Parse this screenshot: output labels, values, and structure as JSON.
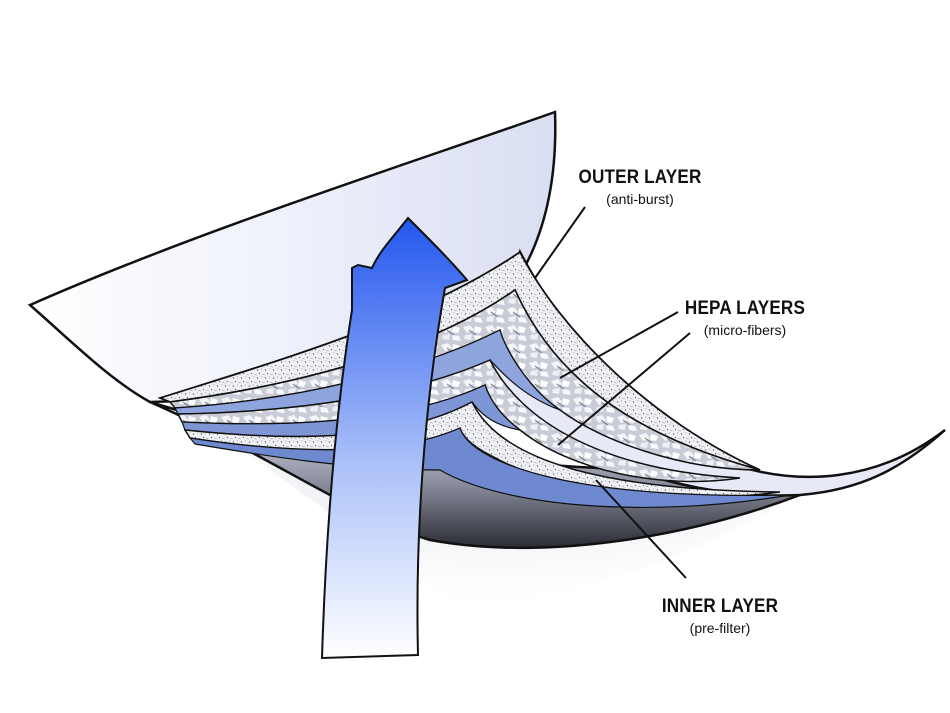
{
  "labels": {
    "outer": {
      "title": "OUTER LAYER",
      "sub": "(anti-burst)"
    },
    "hepa": {
      "title": "HEPA LAYERS",
      "sub": "(micro-fibers)"
    },
    "inner": {
      "title": "INNER LAYER",
      "sub": "(pre-filter)"
    }
  },
  "colors": {
    "arrow": "#2a5ff0",
    "arrow_light": "#dfe8ff",
    "sheet_tint": "#dde3f6",
    "outline": "#111111",
    "fiber_gray": "#7f7f86"
  }
}
